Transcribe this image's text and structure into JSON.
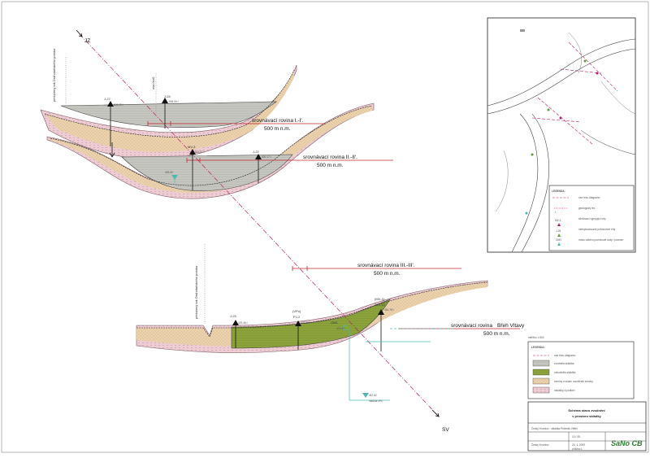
{
  "directions": {
    "top": "JZ",
    "bottom": "SV"
  },
  "labels": {
    "stream_left": "přeložený tok Drahotaňského potoka",
    "stream_right": "přeložený tok Drahotaňského potoka",
    "axis": "osa řezů"
  },
  "planes": {
    "p1": "srovnávací rovina I.-I'.",
    "p2": "srovnávací rovina II.-II'.",
    "p3": "srovnávací rovina III.-III'.",
    "p4": "srovnávací rovina",
    "p4_extra": "Břeh Vltavy",
    "elev": "500 m n.m."
  },
  "boreholes": [
    {
      "name": "J-27",
      "value": "506.33 t"
    },
    {
      "name": "J-24",
      "value": "506.06 t"
    },
    {
      "name": "MV-3",
      "value": "502.57 t"
    },
    {
      "name": "J-22",
      "value": "500.17 t"
    },
    {
      "name": "J-23",
      "value": "476.46 t"
    },
    {
      "name": "(VPo)",
      "value": ""
    },
    {
      "name": "PJ-2",
      "value": "475.98 t"
    },
    {
      "name": "(MV-4)",
      "value": ""
    },
    {
      "name": "MV-13",
      "value": "481.78 t"
    }
  ],
  "other_marks": {
    "om1": "OM1",
    "om1_val": "474.67",
    "water1": "493.50",
    "water2": "467.82",
    "water2_sub": "hladina vPo"
  },
  "map_legend": {
    "title": "LEGENDA:",
    "items": [
      "osa řezu diagramu",
      "geologický řez",
      "sledovací vypojující vrty",
      "neexploatované průzkumné vrty",
      "místo odběru povrchové vody / pramen"
    ],
    "codes": {
      "cross": "I.",
      "mv": "MV-3",
      "j": "J-25",
      "om": "OM1"
    }
  },
  "section_legend": {
    "title": "LEGENDA:",
    "scale": "měřítko 1:500",
    "items": [
      "osa řezu diagramu",
      "zvodnělá skládka",
      "odvodnělá skládka",
      "zeminy a skalní rozvětralé zeminy",
      "navážky a podloží"
    ]
  },
  "title_block": {
    "title_line1": "Schéma stavu zvodnění",
    "title_line2": "v prostoru skládky",
    "logo": "SaNo CB",
    "rows": [
      {
        "label": "Český Krumlov - skládka Pečerák-Větřní",
        "value": ""
      },
      {
        "label": "10 / 08",
        "value": "20. 1. 2009"
      },
      {
        "label": "Český Krumlov",
        "value": "příloha č."
      }
    ]
  },
  "colors": {
    "waste_grey": "#c8c8c2",
    "waste_green": "#8aa338",
    "soil_orange": "#e8c9a0",
    "bedrock_pink": "#e8c5cf",
    "plane_red": "#c0262b",
    "axis_purple": "#b01f6a",
    "water_cyan": "#4fb8b0"
  }
}
